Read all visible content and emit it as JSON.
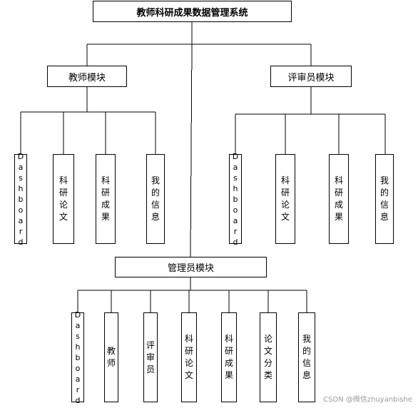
{
  "root": {
    "label": "教师科研成果数据管理系统"
  },
  "modules": {
    "teacher": {
      "label": "教师模块",
      "children": [
        "Dashboard",
        "科研论文",
        "科研成果",
        "我的信息"
      ]
    },
    "reviewer": {
      "label": "评审员模块",
      "children": [
        "Dashboard",
        "科研论文",
        "科研成果",
        "我的信息"
      ]
    },
    "admin": {
      "label": "管理员模块",
      "children": [
        "Dashboard",
        "教师",
        "评审员",
        "科研论文",
        "科研成果",
        "论文分类",
        "我的信息"
      ]
    }
  },
  "watermark": "CSDN @微信zhuyanbishe"
}
